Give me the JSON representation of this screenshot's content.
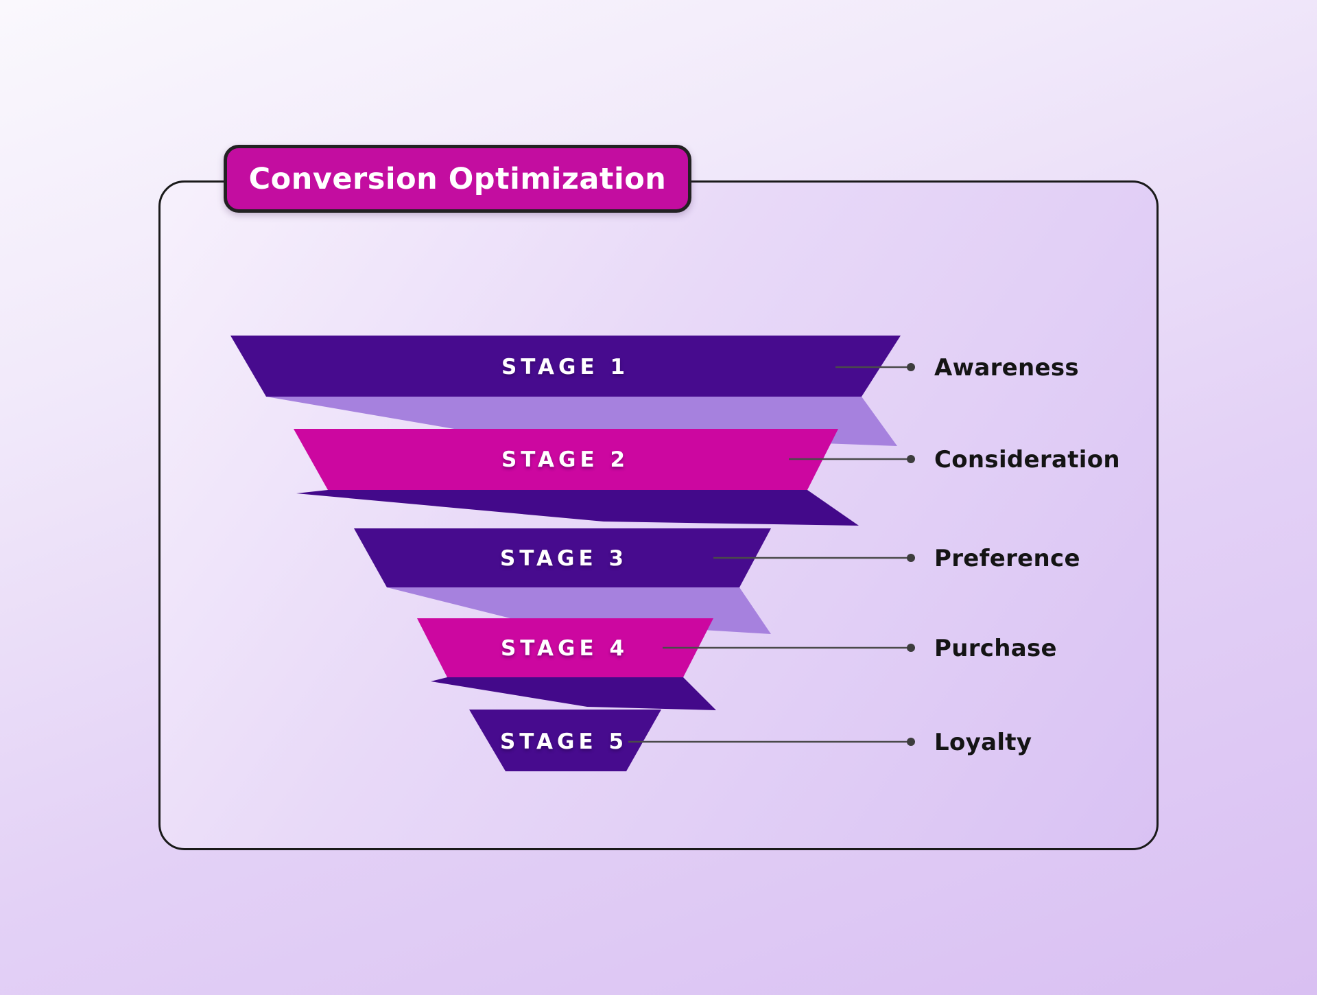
{
  "title": "Conversion Optimization",
  "funnel": {
    "type": "funnel",
    "stage_count": 5,
    "stages": [
      {
        "stage_label": "STAGE 1",
        "name": "Awareness"
      },
      {
        "stage_label": "STAGE 2",
        "name": "Consideration"
      },
      {
        "stage_label": "STAGE 3",
        "name": "Preference"
      },
      {
        "stage_label": "STAGE 4",
        "name": "Purchase"
      },
      {
        "stage_label": "STAGE 5",
        "name": "Loyalty"
      }
    ]
  },
  "colors": {
    "stage_purple": "#470b8e",
    "stage_magenta": "#cc07a0",
    "fold_light_purple": "#a681de",
    "fold_dark_purple": "#43098a",
    "badge_magenta": "#c30da0",
    "badge_border": "#222222",
    "card_border": "#1a1a1a",
    "connector_line": "#4a4a4a",
    "connector_dot": "#3d3d3d",
    "label_text": "#141414",
    "stage_text": "#ffffff",
    "background_lavender": "#d9c0f2"
  }
}
